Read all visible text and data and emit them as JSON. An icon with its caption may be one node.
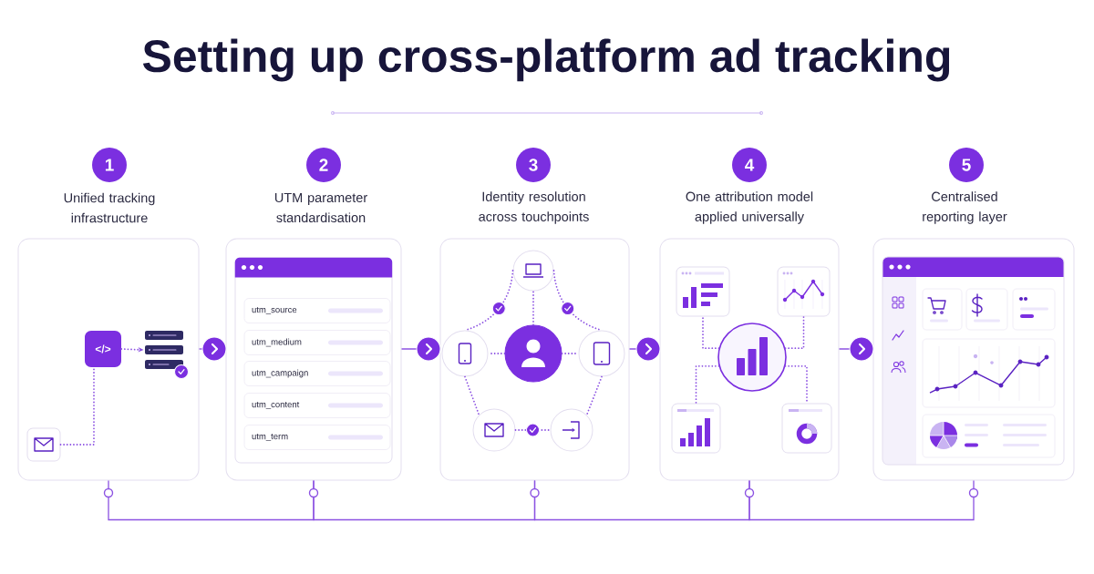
{
  "diagram": {
    "title": "Setting up cross-platform ad tracking",
    "nodes": [
      {
        "text": [
          "1"
        ]
      },
      {
        "text": [
          "2"
        ]
      },
      {
        "text": [
          "3"
        ]
      },
      {
        "text": [
          "4"
        ]
      },
      {
        "text": [
          "5"
        ]
      },
      {
        "text": [
          "Unified tracking infrastructure"
        ]
      },
      {
        "text": [],
        "shape": "box",
        "in": 5
      },
      {
        "text": [
          "</>"
        ],
        "in": 5
      },
      {
        "text": [],
        "shape": "picture",
        "in": 5
      },
      {
        "text": [
          "UTM parameter standardisation"
        ]
      },
      {
        "text": [],
        "shape": "box",
        "in": 9
      },
      {
        "text": [
          "utm_source"
        ],
        "in": 10
      },
      {
        "text": [
          "utm_medium"
        ],
        "in": 10
      },
      {
        "text": [
          "utm_campaign"
        ],
        "in": 10
      },
      {
        "text": [
          "utm_content"
        ],
        "in": 10
      },
      {
        "text": [
          "utm_term"
        ],
        "in": 10
      },
      {
        "text": [
          "Identity resolution across touchpoints"
        ]
      },
      {
        "text": [],
        "shape": "circle",
        "in": 16
      },
      {
        "text": [],
        "shape": "circle",
        "in": 16
      },
      {
        "text": [],
        "shape": "circle",
        "in": 16
      },
      {
        "text": [],
        "shape": "circle",
        "in": 16
      },
      {
        "text": [],
        "shape": "circle",
        "in": 16
      },
      {
        "text": [],
        "shape": "circle",
        "in": 16
      },
      {
        "text": [
          "One attribution model applied universally"
        ]
      },
      {
        "text": [],
        "shape": "box",
        "in": 23
      },
      {
        "text": [],
        "shape": "box",
        "in": 23
      },
      {
        "text": [],
        "shape": "circle",
        "in": 23
      },
      {
        "text": [],
        "shape": "box",
        "in": 23
      },
      {
        "text": [],
        "shape": "box",
        "in": 23
      },
      {
        "text": [
          "Centralised reporting layer"
        ]
      }
    ],
    "edges": [
      {
        "from": 5,
        "to": 9,
        "arrow": "to"
      },
      {
        "from": 9,
        "to": 16,
        "arrow": "to"
      },
      {
        "from": 16,
        "to": 23,
        "arrow": "to"
      },
      {
        "from": 23,
        "to": 29,
        "arrow": "to"
      },
      {
        "from": 5,
        "to": 9,
        "arrow": "none"
      },
      {
        "from": 9,
        "to": 16,
        "arrow": "none"
      },
      {
        "from": 16,
        "to": 23,
        "arrow": "none"
      },
      {
        "from": 23,
        "to": 29,
        "arrow": "none"
      },
      {
        "from": 6,
        "to": 7,
        "arrow": "none",
        "style": "dashed"
      },
      {
        "from": 7,
        "to": 8,
        "arrow": "to",
        "style": "dashed"
      },
      {
        "from": 19,
        "to": 17,
        "arrow": "none",
        "style": "dashed"
      },
      {
        "from": 19,
        "to": 18,
        "arrow": "none",
        "style": "dashed"
      },
      {
        "from": 19,
        "to": 20,
        "arrow": "none",
        "style": "dashed"
      },
      {
        "from": 17,
        "to": 18,
        "arrow": "none",
        "style": "dashed"
      },
      {
        "from": 17,
        "to": 20,
        "arrow": "none",
        "style": "dashed"
      },
      {
        "from": 18,
        "to": 21,
        "arrow": "none",
        "style": "dashed"
      },
      {
        "from": 20,
        "to": 22,
        "arrow": "none",
        "style": "dashed"
      },
      {
        "from": 21,
        "to": 22,
        "arrow": "none",
        "style": "dashed"
      },
      {
        "from": 26,
        "to": 24,
        "arrow": "none",
        "style": "dashed"
      },
      {
        "from": 26,
        "to": 25,
        "arrow": "none",
        "style": "dashed"
      },
      {
        "from": 26,
        "to": 27,
        "arrow": "none",
        "style": "dashed"
      },
      {
        "from": 26,
        "to": 28,
        "arrow": "none",
        "style": "dashed"
      }
    ]
  }
}
